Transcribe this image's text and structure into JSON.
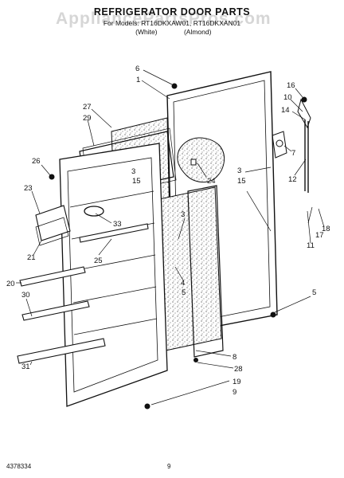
{
  "header": {
    "title": "REFRIGERATOR DOOR PARTS",
    "models_line": "For Models: RT16DKXAW01, RT16DKXAN01",
    "colors": [
      "(White)",
      "(Almond)"
    ]
  },
  "watermark": "AppliancePartsPros.com",
  "callouts": [
    "6",
    "1",
    "27",
    "29",
    "26",
    "23",
    "21",
    "20",
    "30",
    "31",
    "16",
    "10",
    "14",
    "7",
    "12",
    "3",
    "15",
    "24",
    "33",
    "25",
    "3",
    "4",
    "5",
    "17",
    "18",
    "11",
    "5",
    "8",
    "28",
    "19",
    "9",
    "3",
    "15"
  ],
  "footer": {
    "part_number": "4378334",
    "page_number": "9"
  }
}
